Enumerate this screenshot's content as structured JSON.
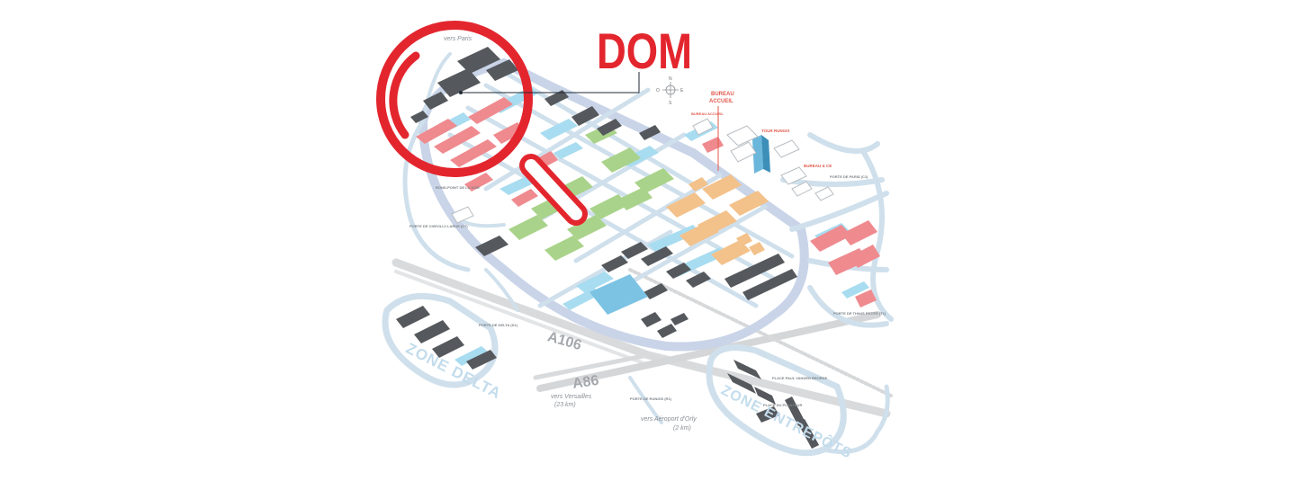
{
  "colors": {
    "accent": "#e3262e",
    "road": "#c9dbe8",
    "park": "#9edcf2",
    "hall_dark": "#4f5256",
    "hall_pink": "#ef8a8f",
    "hall_green": "#a9d38a",
    "hall_orange": "#f3c18a",
    "hall_blue": "#7cc3e3"
  },
  "callout": {
    "title": "DOM"
  },
  "zones": {
    "delta": "ZONE DELTA",
    "entrepots": "ZONE ENTREPÔTS"
  },
  "roads": {
    "a106": "A106",
    "a86": "A86"
  },
  "directions": {
    "paris": "vers Paris",
    "versailles": "vers Versailles",
    "versailles_dist": "(23 km)",
    "orly": "vers Aéroport d'Orly",
    "orly_dist": "(2 km)"
  },
  "compass": {
    "n": "N",
    "s": "S",
    "e": "E",
    "o": "O"
  },
  "landmarks": {
    "bureau_line1": "BUREAU",
    "bureau_line2": "ACCUEIL",
    "bureau_small": "BUREAU ACCUEIL",
    "tour": "TOUR RUNGIS",
    "bureau_ce": "BUREAU & CE",
    "porte_paris": "PORTE DE PARIS (C1)",
    "porte_delta": "PORTE DE DELTA (D1)",
    "porte_chevilly": "PORTE DE CHEVILLY-LARUE (C7)",
    "rond_point": "ROND-POINT DE LA SOIE",
    "porte_rungis": "PORTE DE RUNGIS (R1)",
    "porte_thiais": "PORTE DE THIAIS PETITE (T1)",
    "place_ve": "PLACE PAUL VANDEN BROEKE",
    "place_pa": "PLACE DU PLANTEUR"
  }
}
